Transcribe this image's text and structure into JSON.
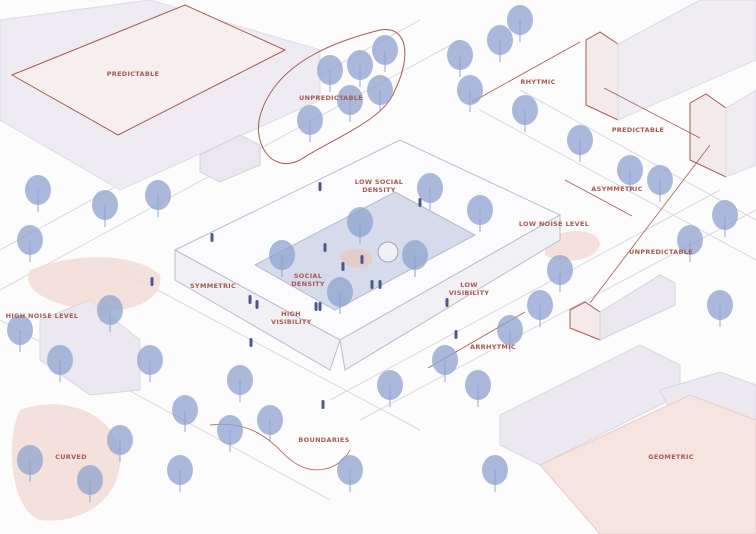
{
  "colors": {
    "accent": "#a85a50",
    "tree": "#8ea3cf",
    "building": "#e8e6ee",
    "zone": "#f3d9d3",
    "plaza": "#d6dbeb"
  },
  "labels": {
    "predictable_top": "PREDICTABLE",
    "unpredictable_top": "UNPREDICTABLE",
    "rhytmic": "RHYTMIC",
    "predictable_right": "PREDICTABLE",
    "asymmetric": "ASYMMETRIC",
    "low_social_density": "LOW SOCIAL DENSITY",
    "low_noise_level": "LOW NOISE LEVEL",
    "unpredictable_right": "UNPREDICTABLE",
    "symmetric": "SYMMETRIC",
    "social_density": "SOCIAL DENSITY",
    "high_visibility": "HIGH VISIBILITY",
    "low_visibility": "LOW VISIBILITY",
    "high_noise_level": "HIGH NOISE LEVEL",
    "arrhytmic": "ARRHYTMIC",
    "curved": "CURVED",
    "boundaries": "BOUNDARIES",
    "geometric": "GEOMETRIC"
  }
}
